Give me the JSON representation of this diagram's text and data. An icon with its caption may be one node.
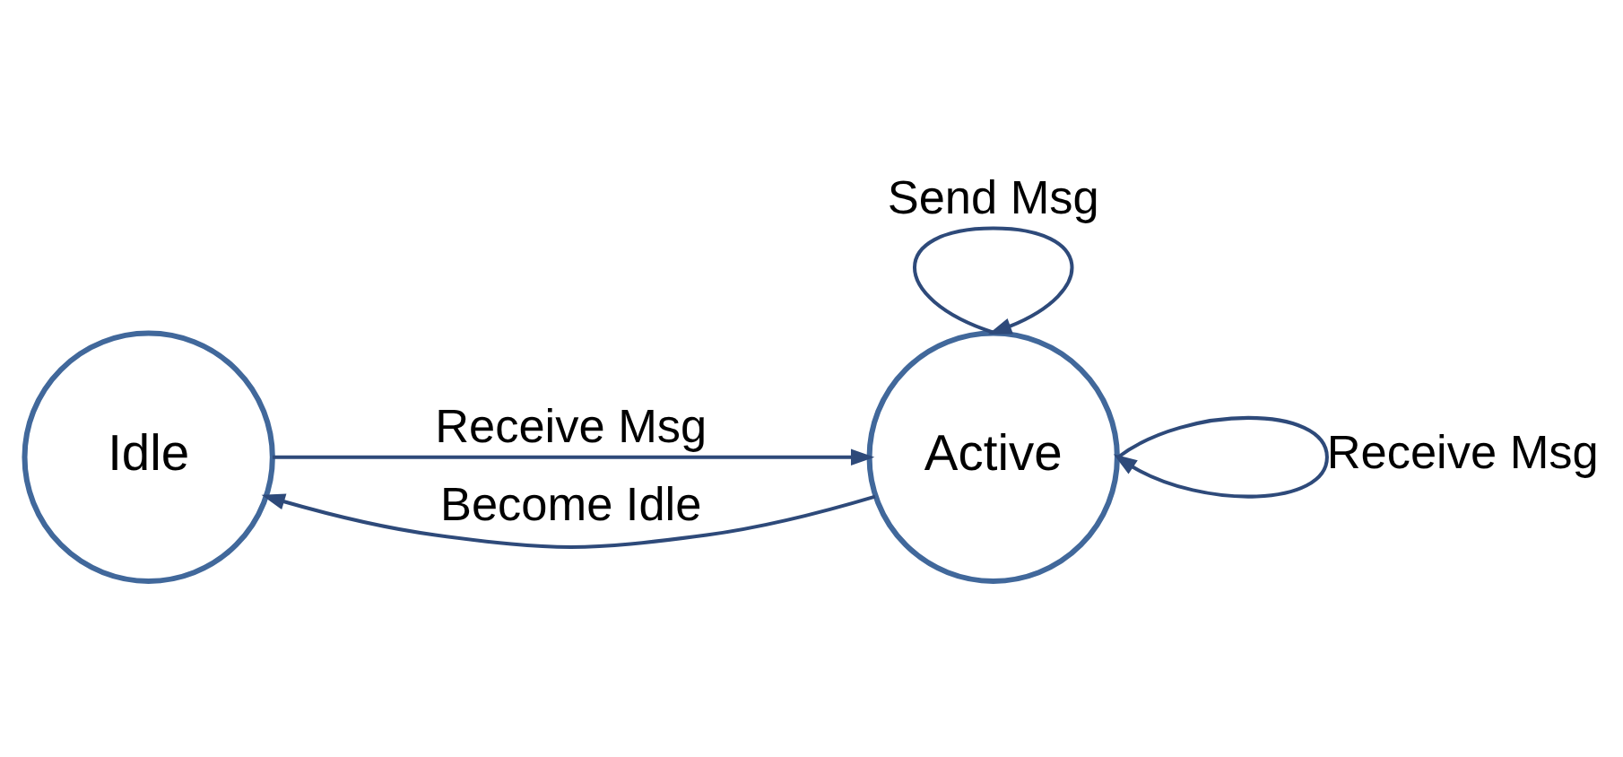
{
  "diagram": {
    "nodes": [
      {
        "text": [
          "Idle"
        ]
      },
      {
        "text": [
          "Active"
        ]
      }
    ],
    "edges": [
      {
        "from": 0,
        "to": 1,
        "arrow": "to",
        "label": "Receive Msg"
      },
      {
        "from": 1,
        "to": 0,
        "arrow": "to",
        "label": "Become Idle"
      },
      {
        "from": 1,
        "to": 1,
        "arrow": "to",
        "label": "Send Msg"
      },
      {
        "from": 1,
        "to": 1,
        "arrow": "to",
        "label": "Receive Msg"
      }
    ]
  }
}
